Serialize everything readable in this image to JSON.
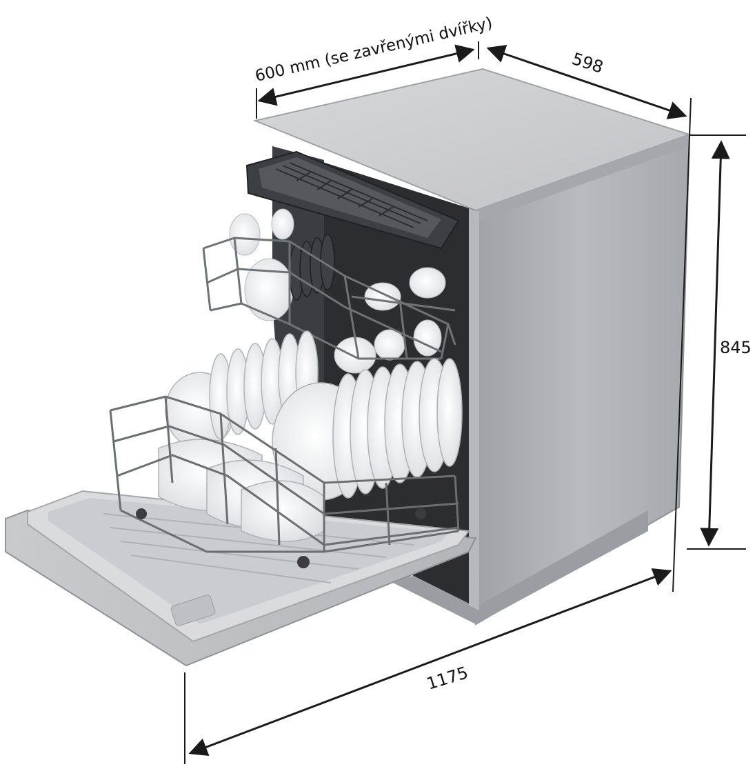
{
  "dimensions": {
    "width_closed_door": "600 mm (se zavřenými dvířky)",
    "depth": "598",
    "height": "845",
    "depth_open_door": "1175"
  },
  "colors": {
    "body_metal": "#b9bcbf",
    "body_side": "#a9adb1",
    "top_panel": "#c7c9cc",
    "interior_dark": "#2b2d30",
    "rack_wire": "#6e7378",
    "plates": "#f3f4f5",
    "dimension_line": "#1a1a1a"
  }
}
